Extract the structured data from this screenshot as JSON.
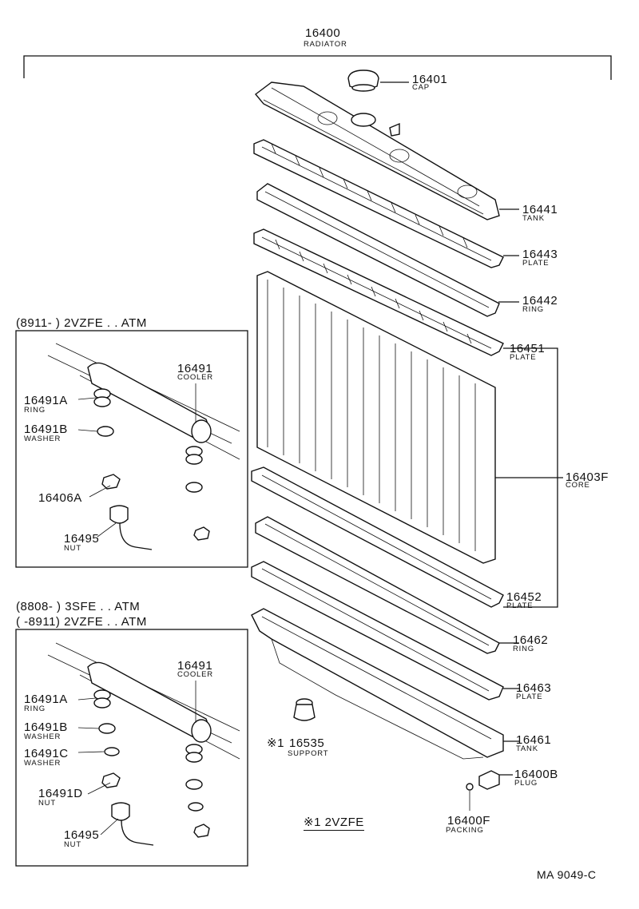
{
  "title": {
    "number": "16400",
    "name": "RADIATOR"
  },
  "parts": {
    "p16401": {
      "num": "16401",
      "name": "CAP"
    },
    "p16441": {
      "num": "16441",
      "name": "TANK"
    },
    "p16443": {
      "num": "16443",
      "name": "PLATE"
    },
    "p16442": {
      "num": "16442",
      "name": "RING"
    },
    "p16451": {
      "num": "16451",
      "name": "PLATE"
    },
    "p16403F": {
      "num": "16403F",
      "name": "CORE"
    },
    "p16452": {
      "num": "16452",
      "name": "PLATE"
    },
    "p16462": {
      "num": "16462",
      "name": "RING"
    },
    "p16463": {
      "num": "16463",
      "name": "PLATE"
    },
    "p16461": {
      "num": "16461",
      "name": "TANK"
    },
    "p16535": {
      "num": "16535",
      "name": "SUPPORT",
      "mark": "※1"
    },
    "p16400B": {
      "num": "16400B",
      "name": "PLUG"
    },
    "p16400F": {
      "num": "16400F",
      "name": "PACKING"
    }
  },
  "inset1": {
    "header": "(8911-      ) 2VZFE . . ATM",
    "cooler": {
      "num": "16491",
      "name": "COOLER"
    },
    "ring": {
      "num": "16491A",
      "name": "RING"
    },
    "washer": {
      "num": "16491B",
      "name": "WASHER"
    },
    "nut_a": {
      "num": "16406A"
    },
    "nut": {
      "num": "16495",
      "name": "NUT"
    }
  },
  "inset2": {
    "header_line1": "(8808-      ) 3SFE . . ATM",
    "header_line2": "(      -8911) 2VZFE . . ATM",
    "cooler": {
      "num": "16491",
      "name": "COOLER"
    },
    "ring": {
      "num": "16491A",
      "name": "RING"
    },
    "washerB": {
      "num": "16491B",
      "name": "WASHER"
    },
    "washerC": {
      "num": "16491C",
      "name": "WASHER"
    },
    "nutD": {
      "num": "16491D",
      "name": "NUT"
    },
    "nut": {
      "num": "16495",
      "name": "NUT"
    }
  },
  "footnote": "※1 2VZFE",
  "figure_code": "MA  9049-C"
}
